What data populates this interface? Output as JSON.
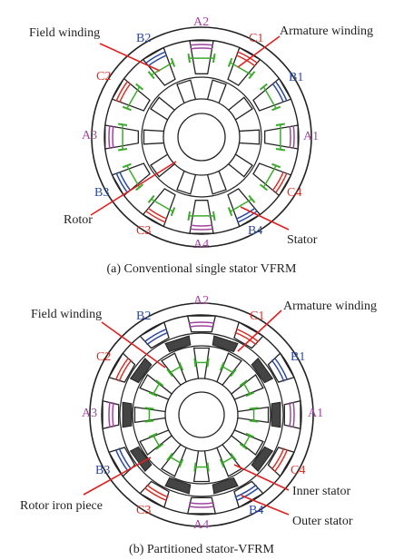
{
  "colors": {
    "phase_a": "#a0449e",
    "phase_b": "#2c4aa2",
    "phase_c": "#d8322a",
    "field": "#3aab2a",
    "annotation": "#e02020",
    "outline": "#222222"
  },
  "diagram_a": {
    "caption": "(a) Conventional single stator VFRM",
    "callouts": {
      "field_winding": "Field winding",
      "armature_winding": "Armature winding",
      "rotor": "Rotor",
      "stator": "Stator"
    },
    "coils": {
      "A2": "A2",
      "C1": "C1",
      "B1": "B1",
      "A1": "A1",
      "C4": "C4",
      "B4": "B4",
      "A4": "A4",
      "C3": "C3",
      "B3": "B3",
      "A3": "A3",
      "C2": "C2",
      "B2": "B2"
    }
  },
  "diagram_b": {
    "caption": "(b) Partitioned stator-VFRM",
    "callouts": {
      "field_winding": "Field winding",
      "armature_winding": "Armature winding",
      "rotor_iron_piece": "Rotor iron piece",
      "inner_stator": "Inner stator",
      "outer_stator": "Outer stator"
    },
    "coils": {
      "A2": "A2",
      "C1": "C1",
      "B1": "B1",
      "A1": "A1",
      "C4": "C4",
      "B4": "B4",
      "A4": "A4",
      "C3": "C3",
      "B3": "B3",
      "A3": "A3",
      "C2": "C2",
      "B2": "B2"
    }
  }
}
